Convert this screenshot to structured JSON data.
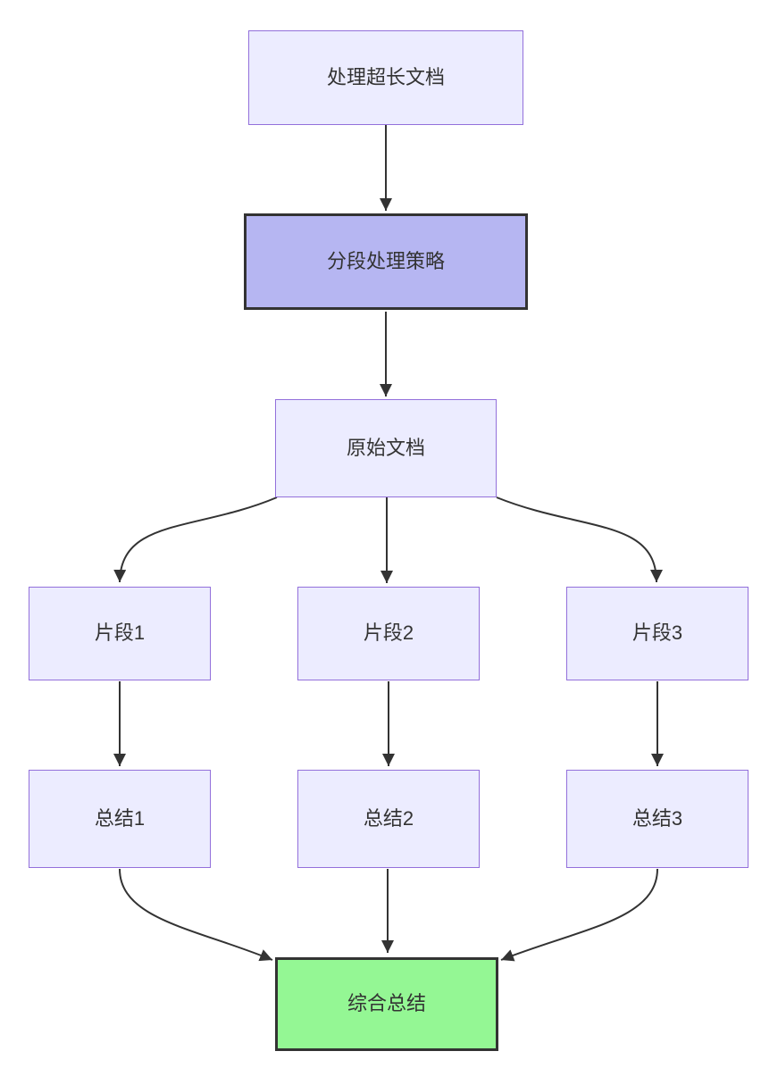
{
  "diagram": {
    "type": "flowchart",
    "direction": "top-down",
    "nodes": [
      {
        "id": "A",
        "label": "处理超长文档",
        "style": "default"
      },
      {
        "id": "B",
        "label": "分段处理策略",
        "style": "accent"
      },
      {
        "id": "C",
        "label": "原始文档",
        "style": "default"
      },
      {
        "id": "D",
        "label": "片段1",
        "style": "default"
      },
      {
        "id": "E",
        "label": "片段2",
        "style": "default"
      },
      {
        "id": "F",
        "label": "片段3",
        "style": "default"
      },
      {
        "id": "G",
        "label": "总结1",
        "style": "default"
      },
      {
        "id": "H",
        "label": "总结2",
        "style": "default"
      },
      {
        "id": "I",
        "label": "总结3",
        "style": "default"
      },
      {
        "id": "J",
        "label": "综合总结",
        "style": "success"
      }
    ],
    "edges": [
      {
        "from": "A",
        "to": "B"
      },
      {
        "from": "B",
        "to": "C"
      },
      {
        "from": "C",
        "to": "D"
      },
      {
        "from": "C",
        "to": "E"
      },
      {
        "from": "C",
        "to": "F"
      },
      {
        "from": "D",
        "to": "G"
      },
      {
        "from": "E",
        "to": "H"
      },
      {
        "from": "F",
        "to": "I"
      },
      {
        "from": "G",
        "to": "J"
      },
      {
        "from": "H",
        "to": "J"
      },
      {
        "from": "I",
        "to": "J"
      }
    ],
    "colors": {
      "node_fill": "#ECECFF",
      "node_border": "#9370DB",
      "accent_fill": "#B6B6F2",
      "accent_border": "#333333",
      "success_fill": "#94F794",
      "success_border": "#333333",
      "edge_color": "#333333",
      "text_color": "#333333",
      "background": "#FFFFFF"
    }
  }
}
